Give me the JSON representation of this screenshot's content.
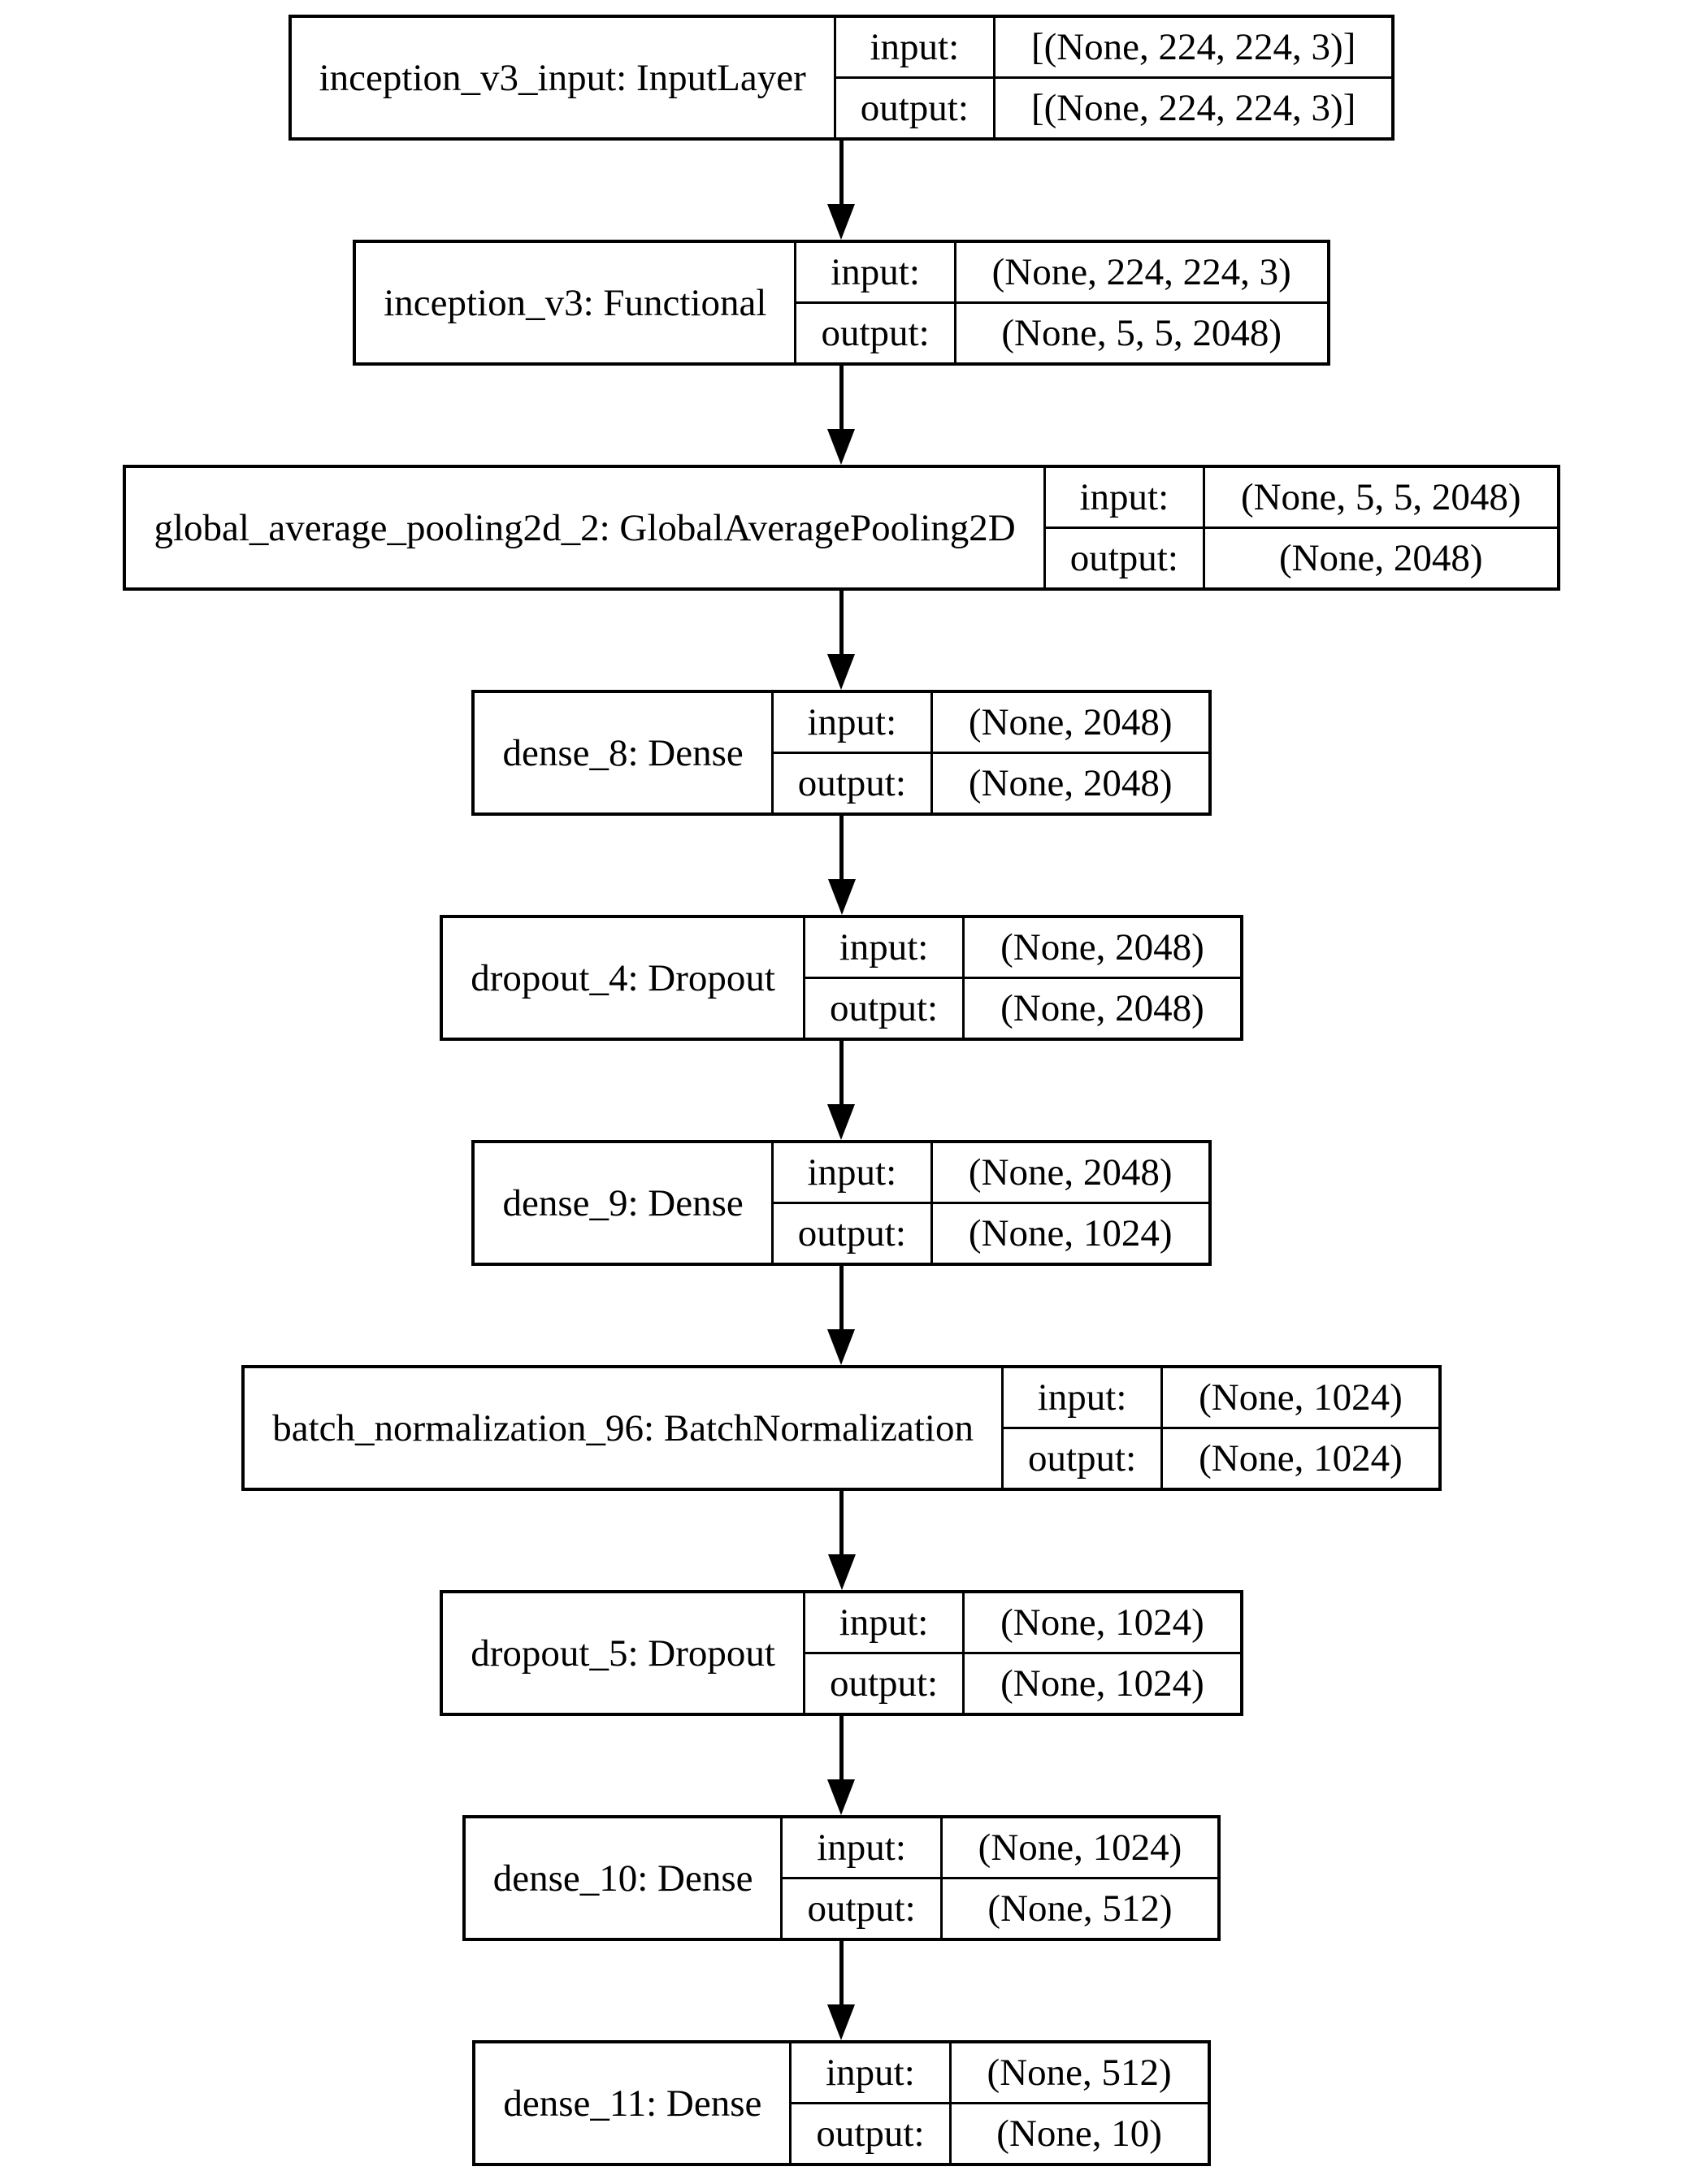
{
  "diagram": {
    "type": "keras-model-architecture",
    "row_labels": {
      "input": "input:",
      "output": "output:"
    },
    "colors": {
      "border": "#000000",
      "background": "#ffffff",
      "text": "#000000"
    },
    "layers": [
      {
        "name": "inception_v3_input: InputLayer",
        "input_shape": "[(None, 224, 224, 3)]",
        "output_shape": "[(None, 224, 224, 3)]"
      },
      {
        "name": "inception_v3: Functional",
        "input_shape": "(None, 224, 224, 3)",
        "output_shape": "(None, 5, 5, 2048)"
      },
      {
        "name": "global_average_pooling2d_2: GlobalAveragePooling2D",
        "input_shape": "(None, 5, 5, 2048)",
        "output_shape": "(None, 2048)"
      },
      {
        "name": "dense_8: Dense",
        "input_shape": "(None, 2048)",
        "output_shape": "(None, 2048)"
      },
      {
        "name": "dropout_4: Dropout",
        "input_shape": "(None, 2048)",
        "output_shape": "(None, 2048)"
      },
      {
        "name": "dense_9: Dense",
        "input_shape": "(None, 2048)",
        "output_shape": "(None, 1024)"
      },
      {
        "name": "batch_normalization_96: BatchNormalization",
        "input_shape": "(None, 1024)",
        "output_shape": "(None, 1024)"
      },
      {
        "name": "dropout_5: Dropout",
        "input_shape": "(None, 1024)",
        "output_shape": "(None, 1024)"
      },
      {
        "name": "dense_10: Dense",
        "input_shape": "(None, 1024)",
        "output_shape": "(None, 512)"
      },
      {
        "name": "dense_11: Dense",
        "input_shape": "(None, 512)",
        "output_shape": "(None, 10)"
      }
    ]
  }
}
